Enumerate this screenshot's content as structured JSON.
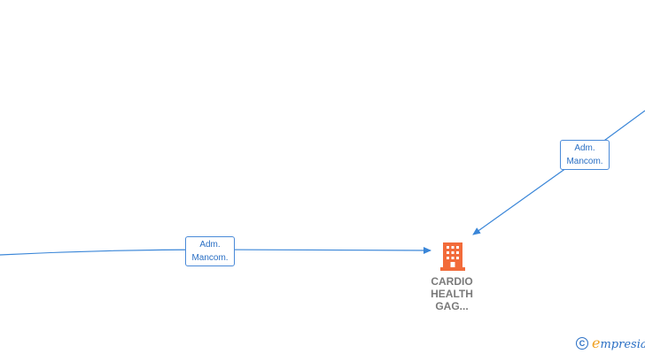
{
  "diagram": {
    "edges": [
      {
        "id": "edge-left",
        "label_line1": "Adm.",
        "label_line2": "Mancom."
      },
      {
        "id": "edge-right",
        "label_line1": "Adm.",
        "label_line2": "Mancom."
      }
    ],
    "node": {
      "icon": "building-icon",
      "color": "#f26b3a",
      "label_line1": "CARDIO",
      "label_line2": "HEALTH",
      "label_line3": "GAG..."
    }
  },
  "colors": {
    "edge": "#3a86d8",
    "label_text": "#2a6fc4",
    "node_label": "#7a7a7a"
  },
  "watermark": {
    "symbol": "C",
    "brand_first": "e",
    "brand_rest": "mpresia"
  }
}
